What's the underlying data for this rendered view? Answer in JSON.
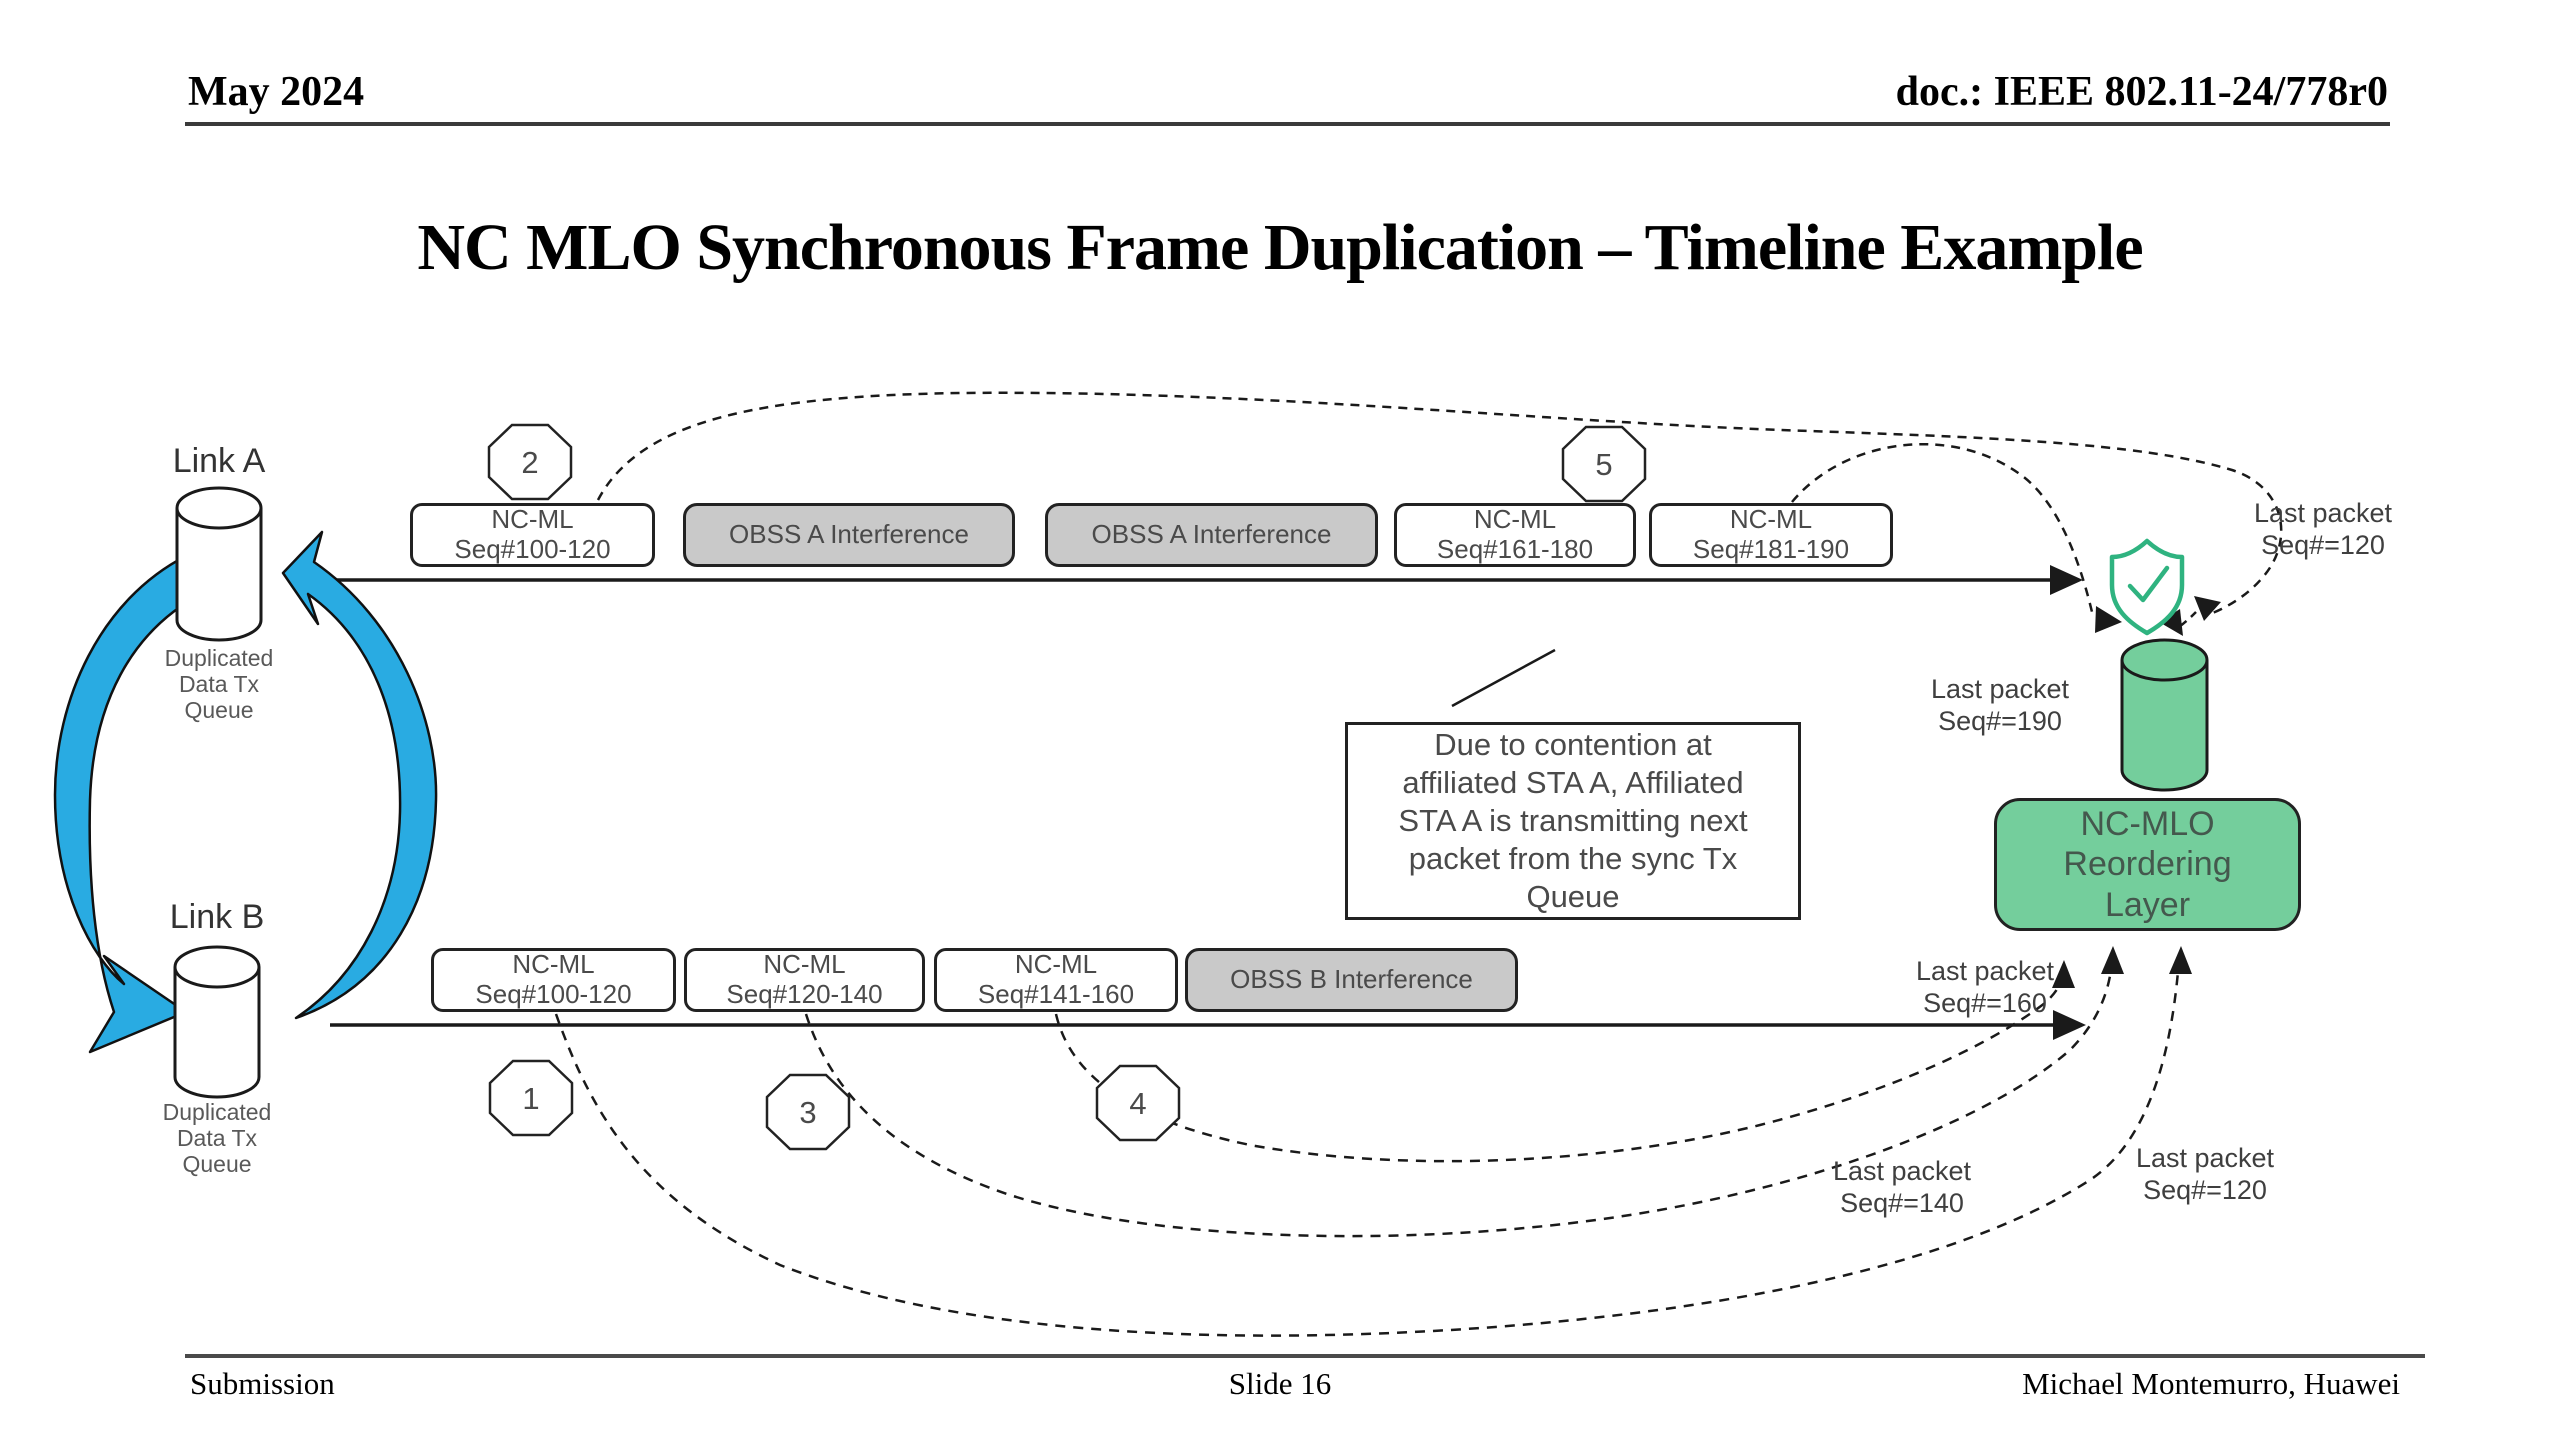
{
  "header": {
    "date": "May 2024",
    "doc_number": "doc.: IEEE 802.11-24/778r0"
  },
  "title": "NC MLO Synchronous Frame Duplication – Timeline Example",
  "link_a": {
    "label": "Link A",
    "queue_label": "Duplicated\nData Tx\nQueue",
    "segments": [
      {
        "label": "NC-ML\nSeq#100-120",
        "type": "data"
      },
      {
        "label": "OBSS A Interference",
        "type": "interference"
      },
      {
        "label": "OBSS A Interference",
        "type": "interference"
      },
      {
        "label": "NC-ML\nSeq#161-180",
        "type": "data"
      },
      {
        "label": "NC-ML\nSeq#181-190",
        "type": "data"
      }
    ]
  },
  "link_b": {
    "label": "Link B",
    "queue_label": "Duplicated\nData Tx\nQueue",
    "segments": [
      {
        "label": "NC-ML\nSeq#100-120",
        "type": "data"
      },
      {
        "label": "NC-ML\nSeq#120-140",
        "type": "data"
      },
      {
        "label": "NC-ML\nSeq#141-160",
        "type": "data"
      },
      {
        "label": "OBSS B Interference",
        "type": "interference"
      }
    ]
  },
  "markers": {
    "m1": "1",
    "m2": "2",
    "m3": "3",
    "m4": "4",
    "m5": "5"
  },
  "callout": {
    "text": "Due to contention at\naffiliated STA A, Affiliated\nSTA A is transmitting next\npacket from the sync Tx\nQueue"
  },
  "annotations": {
    "last_packet_120_top": "Last packet\nSeq#=120",
    "last_packet_190": "Last packet\nSeq#=190",
    "last_packet_160": "Last packet\nSeq#=160",
    "last_packet_140": "Last packet\nSeq#=140",
    "last_packet_120_bottom": "Last packet\nSeq#=120"
  },
  "reordering_layer": {
    "label": "NC-MLO\nReordering\nLayer"
  },
  "footer": {
    "left": "Submission",
    "center": "Slide 16",
    "right": "Michael Montemurro, Huawei"
  },
  "colors": {
    "arrow_blue": "#29ABE2",
    "queue_green": "#74CE9C",
    "shield_green": "#2FB380",
    "interference_gray": "#C9C9C9",
    "diagram_text_gray": "#4A4A4A"
  }
}
